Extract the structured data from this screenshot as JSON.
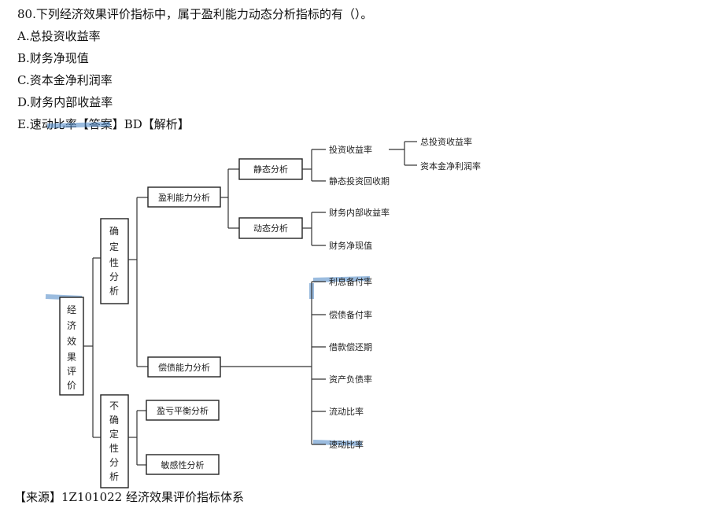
{
  "question": {
    "title": "80.下列经济效果评价指标中，属于盈利能力动态分析指标的有（）。",
    "options": [
      "A.总投资收益率",
      "B.财务净现值",
      "C.资本金净利润率",
      "D.财务内部收益率",
      "E.速动比率【答案】BD【解析】"
    ],
    "source": "【来源】1Z101022 经济效果评价指标体系"
  },
  "diagram": {
    "root": [
      "经",
      "济",
      "效",
      "果",
      "评",
      "价"
    ],
    "certain": [
      "确",
      "定",
      "性",
      "分",
      "析"
    ],
    "uncertain": [
      "不",
      "确",
      "定",
      "性",
      "分",
      "析"
    ],
    "profit": "盈利能力分析",
    "static": "静态分析",
    "dynamic": "动态分析",
    "roi": "投资收益率",
    "total_roi": "总投资收益率",
    "capital_ratio": "资本金净利润率",
    "static_payback": "静态投资回收期",
    "irr": "财务内部收益率",
    "npv": "财务净现值",
    "solvency": "偿债能力分析",
    "interest_coverage": "利息备付率",
    "debt_service": "偿债备付率",
    "loan_period": "借款偿还期",
    "debt_ratio": "资产负债率",
    "current_ratio": "流动比率",
    "quick_ratio": "速动比率",
    "breakeven": "盈亏平衡分析",
    "sensitivity": "敏感性分析"
  }
}
